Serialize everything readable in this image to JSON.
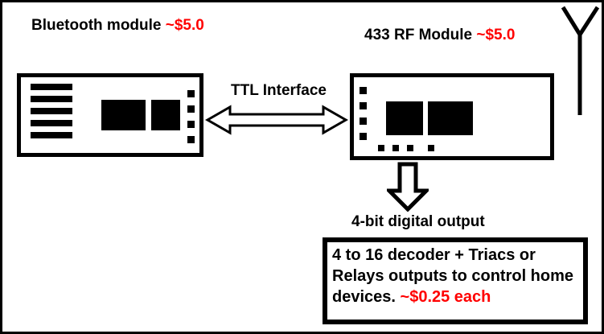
{
  "diagram": {
    "bluetooth": {
      "title": "Bluetooth module",
      "price": "~$5.0"
    },
    "rf": {
      "title": "433 RF Module",
      "price": "~$5.0"
    },
    "ttl_label": "TTL Interface",
    "output_label": "4-bit digital output",
    "decoder": {
      "line1": "4 to 16 decoder + Triacs or",
      "line2": "Relays outputs to control home",
      "line3": "devices.",
      "price": "~$0.25 each"
    }
  },
  "colors": {
    "ink": "#000000",
    "price_red": "#ff0000",
    "background": "#ffffff"
  }
}
